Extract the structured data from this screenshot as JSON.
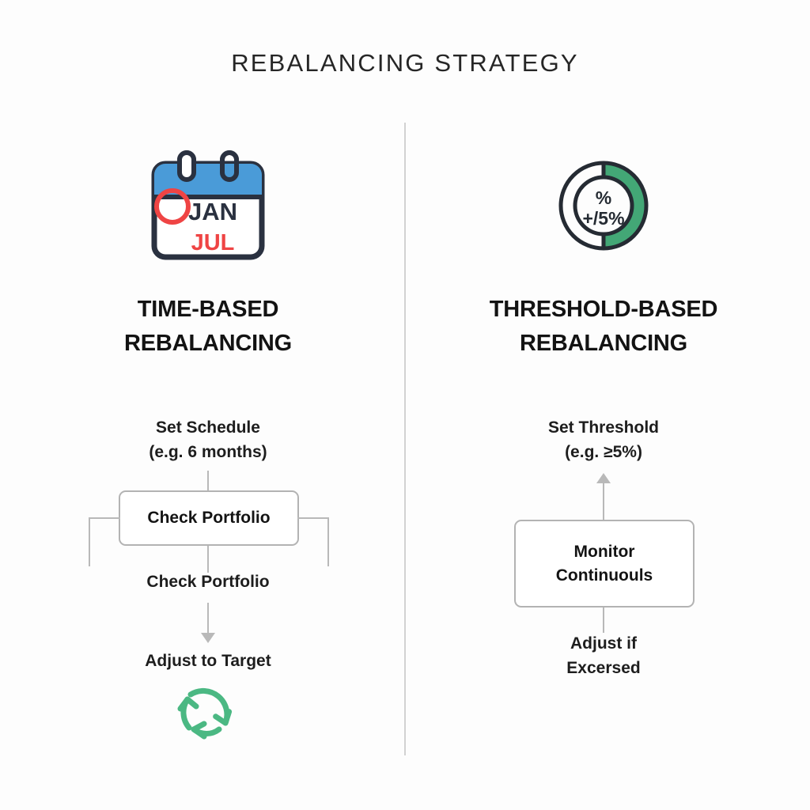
{
  "title": "REBALANCING STRATEGY",
  "colors": {
    "accent_blue": "#4A9BD8",
    "accent_red": "#EF4444",
    "accent_green": "#43A776",
    "cycle_green": "#4BB883",
    "ink_navy": "#252B33",
    "line_gray": "#b9b9b9",
    "divider_gray": "#d2d2d2",
    "text_dark": "#131313"
  },
  "left": {
    "icon": {
      "name": "calendar-icon",
      "month_primary": "JAN",
      "month_secondary": "JUL"
    },
    "heading_line1": "TIME-BASED",
    "heading_line2": "REBALANCING",
    "step1_line1": "Set Schedule",
    "step1_line2": "(e.g. 6 months)",
    "box_label": "Check Portfolio",
    "step2_label": "Check Portfolio",
    "step3_label": "Adjust to Target",
    "cycle_icon_name": "refresh-cycle-icon"
  },
  "right": {
    "icon": {
      "name": "percent-donut-icon",
      "symbol_top": "%",
      "symbol_bottom": "+/5%",
      "filled_fraction": 0.5
    },
    "heading_line1": "THRESHOLD-BASED",
    "heading_line2": "REBALANCING",
    "step1_line1": "Set Threshold",
    "step1_line2": "(e.g. ≥5%)",
    "box_line1": "Monitor",
    "box_line2": "Continuouls",
    "step3_line1": "Adjust if",
    "step3_line2": "Excersed"
  }
}
